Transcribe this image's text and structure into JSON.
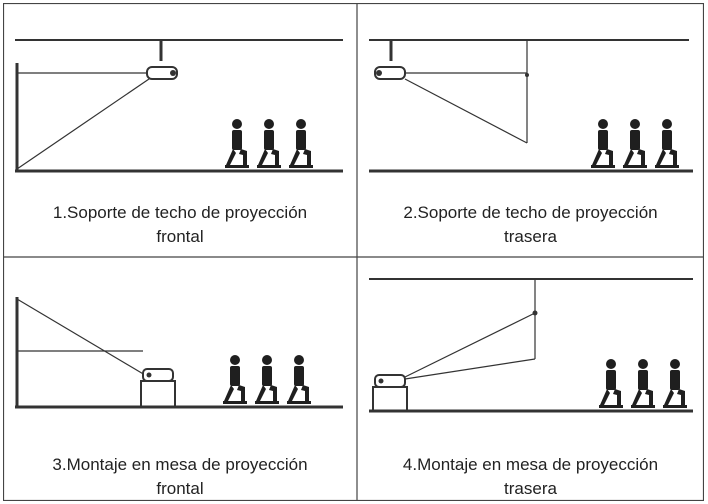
{
  "captions": [
    {
      "line1": "1.Soporte de techo de proyección",
      "line2": "frontal"
    },
    {
      "line1": "2.Soporte de techo de proyección",
      "line2": "trasera"
    },
    {
      "line1": "3.Montaje en mesa de proyección",
      "line2": "frontal"
    },
    {
      "line1": "4.Montaje en mesa de proyección",
      "line2": "trasera"
    }
  ],
  "colors": {
    "line": "#333333",
    "border": "#444444",
    "figure": "#1f1f1f"
  }
}
